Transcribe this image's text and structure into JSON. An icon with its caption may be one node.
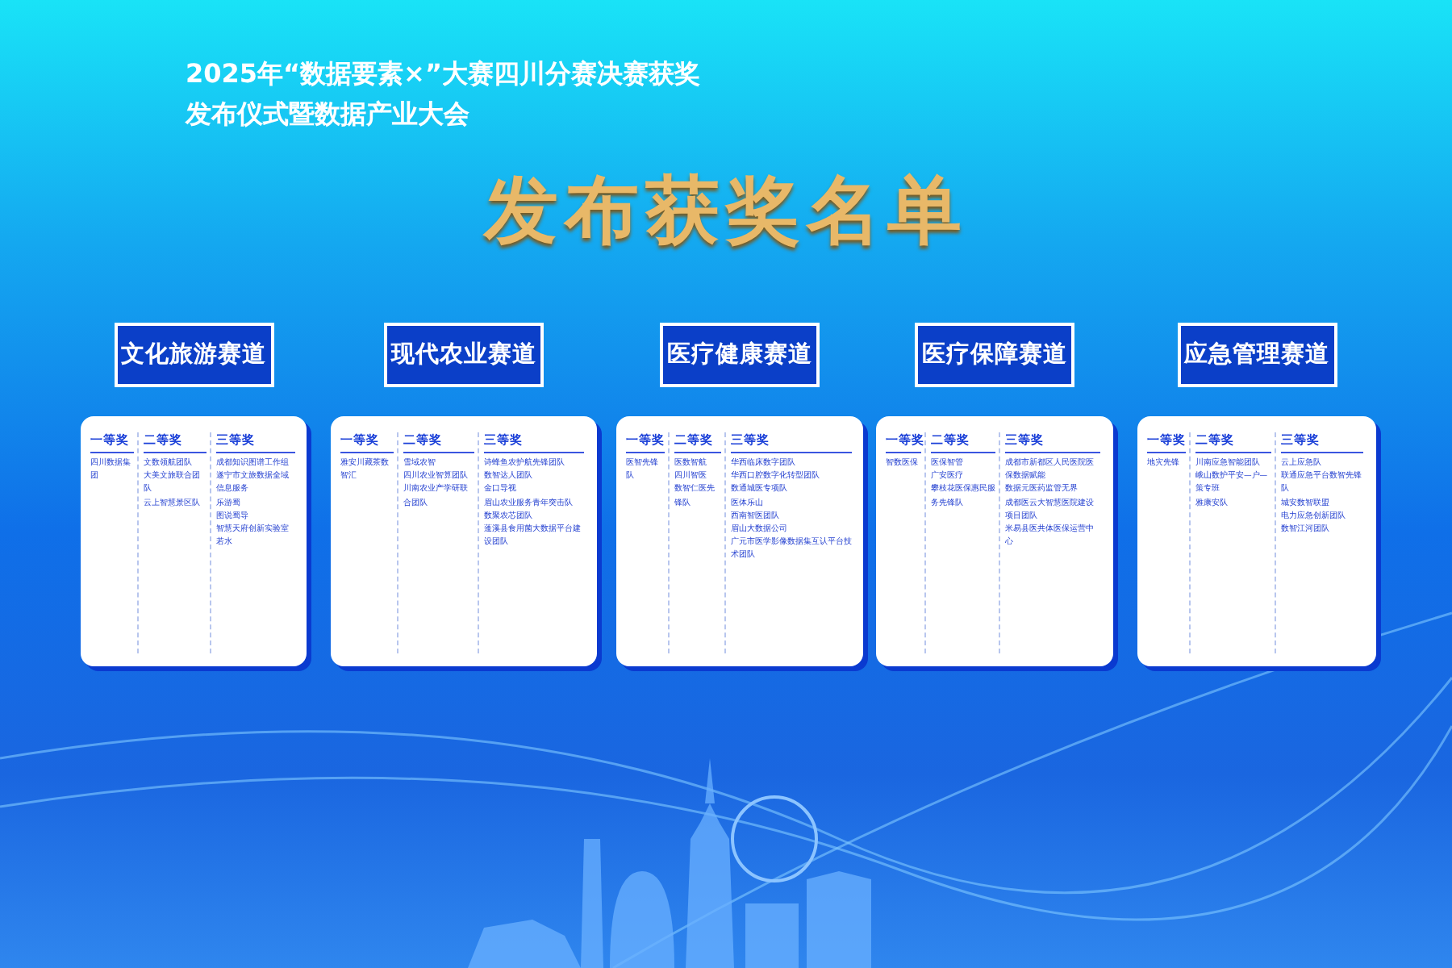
{
  "diagram": {
    "title": "2025年“数据要素×”大赛四川分赛决赛获奖发布仪式暨数据产业大会",
    "labels": [
      "发布获奖名单"
    ],
    "nodes": [
      {
        "text": [
          "文化旅游赛道"
        ]
      },
      {
        "text": [
          "一等奖",
          "四川数据集团"
        ],
        "in": 0
      },
      {
        "text": [
          "二等奖",
          "文数领航团队",
          "大美文旅联合团队",
          "云上智慧景区队"
        ],
        "in": 0
      },
      {
        "text": [
          "三等奖",
          "成都知识图谱工作组",
          "遂宁市文旅数据全域信息服务",
          "乐游蜀",
          "图说蜀导",
          "智慧天府创新实验室",
          "若水"
        ],
        "in": 0
      },
      {
        "text": [
          "现代农业赛道"
        ]
      },
      {
        "text": [
          "一等奖",
          "雅安川藏茶数智汇"
        ],
        "in": 4
      },
      {
        "text": [
          "二等奖",
          "雪域农智",
          "四川农业智算团队",
          "川南农业产学研联合团队"
        ],
        "in": 4
      },
      {
        "text": [
          "三等奖",
          "诗蜂鱼农护航先锋团队",
          "数智达人团队",
          "金口导视",
          "眉山农业服务青年突击队",
          "数聚农芯团队",
          "蓬溪县食用菌大数据平台建设团队"
        ],
        "in": 4
      },
      {
        "text": [
          "医疗健康赛道"
        ]
      },
      {
        "text": [
          "一等奖",
          "医智先锋队"
        ],
        "in": 8
      },
      {
        "text": [
          "二等奖",
          "医数智航",
          "四川智医",
          "数智仁医先锋队"
        ],
        "in": 8
      },
      {
        "text": [
          "三等奖",
          "华西临床数字团队",
          "华西口腔数字化转型团队",
          "数通城医专项队",
          "医体乐山",
          "西南智医团队",
          "眉山大数据公司",
          "广元市医学影像数据集互认平台技术团队"
        ],
        "in": 8
      },
      {
        "text": [
          "医疗保障赛道"
        ]
      },
      {
        "text": [
          "一等奖",
          "智数医保"
        ],
        "in": 12
      },
      {
        "text": [
          "二等奖",
          "医保智管",
          "广安医疗",
          "攀枝花医保惠民服务先锋队"
        ],
        "in": 12
      },
      {
        "text": [
          "三等奖",
          "成都市新都区人民医院医保数据赋能",
          "数据元医药监管无界",
          "成都医云大智慧医院建设项目团队",
          "米易县医共体医保运营中心"
        ],
        "in": 12
      },
      {
        "text": [
          "应急管理赛道"
        ]
      },
      {
        "text": [
          "一等奖",
          "地灾先锋"
        ],
        "in": 16
      },
      {
        "text": [
          "二等奖",
          "川南应急智能团队",
          "峨山数护平安—户—策专班",
          "雅康安队"
        ],
        "in": 16
      },
      {
        "text": [
          "三等奖",
          "云上应急队",
          "联通应急平台数智先锋队",
          "城安数智联盟",
          "电力应急创新团队",
          "数智江河团队"
        ],
        "in": 16
      }
    ],
    "edges": []
  }
}
